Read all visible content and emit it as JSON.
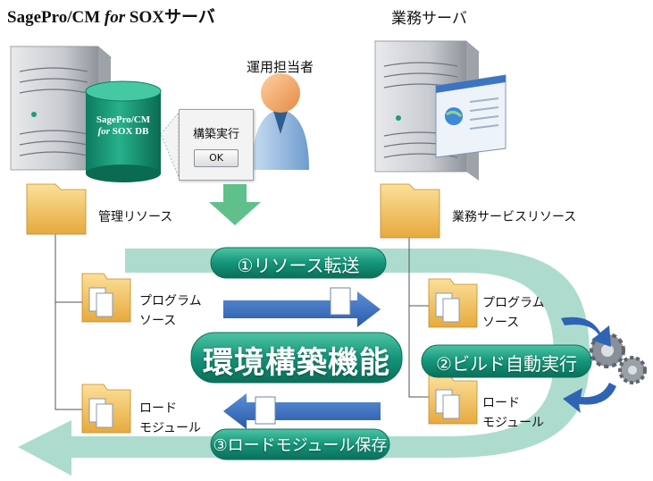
{
  "left_server": {
    "title_part1": "SagePro/CM ",
    "title_part2": "for",
    "title_part3": " SOX",
    "title_part4": "サーバ",
    "db_line1": "SagePro/CM",
    "db_line2a": "for",
    "db_line2b": " SOX DB"
  },
  "right_server": {
    "title": "業務サーバ"
  },
  "operator": {
    "label": "運用担当者"
  },
  "dialog": {
    "title": "構築実行",
    "ok_label": "OK"
  },
  "left_tree": {
    "root": "管理リソース",
    "program_line1": "プログラム",
    "program_line2": "ソース",
    "load_line1": "ロード",
    "load_line2": "モジュール"
  },
  "right_tree": {
    "root": "業務サービスリソース",
    "program_line1": "プログラム",
    "program_line2": "ソース",
    "load_line1": "ロード",
    "load_line2": "モジュール"
  },
  "steps": {
    "step1": "①リソース転送",
    "center": "環境構築機能",
    "step2": "②ビルド自動実行",
    "step3": "③ロードモジュール保存"
  },
  "colors": {
    "band_green": "#9fd6c7",
    "button_green": "#10876f",
    "arrow_blue": "#2f63b4",
    "folder_yellow": "#f2c25a"
  }
}
